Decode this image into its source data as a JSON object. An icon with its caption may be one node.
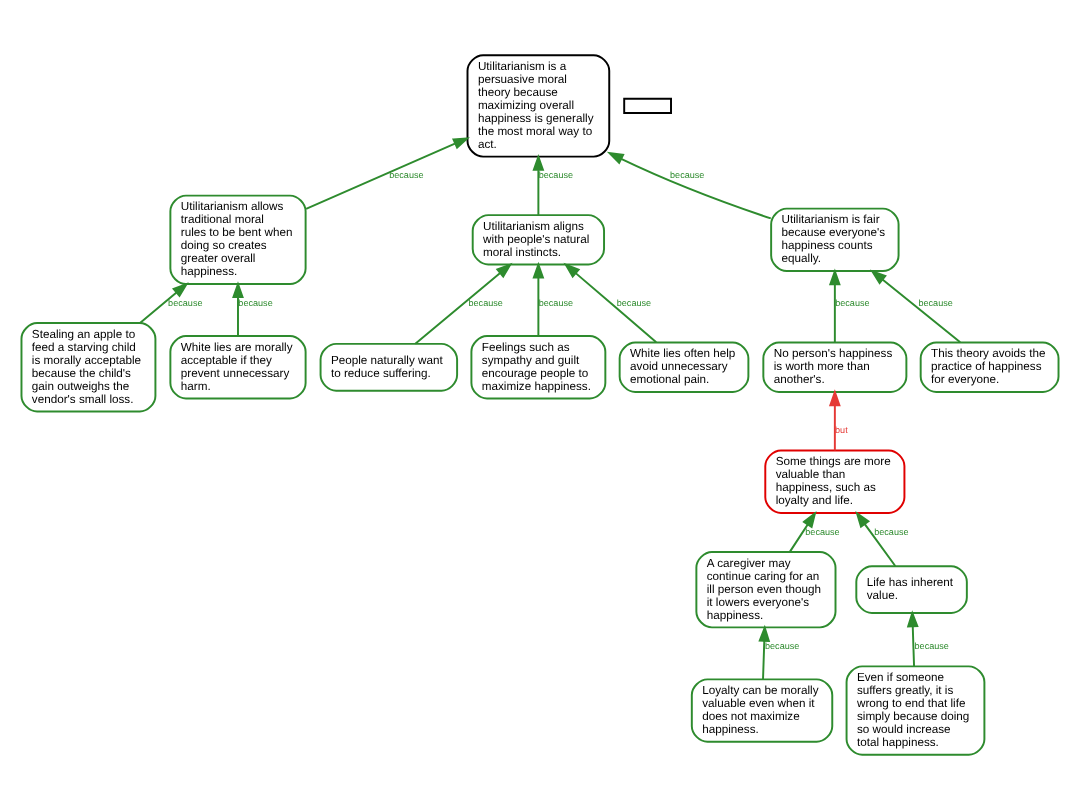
{
  "diagram": {
    "nodes": [
      {
        "text": [
          "Utilitarianism is a persuasive moral theory because maximizing overall happiness is generally the most moral way to act."
        ]
      },
      {
        "text": [
          "Utilitarianism allows traditional moral rules to be bent when doing so creates greater overall happiness."
        ]
      },
      {
        "text": [
          "Utilitarianism aligns with people's natural moral instincts."
        ]
      },
      {
        "text": [
          "Utilitarianism is fair because everyone's happiness counts equally."
        ]
      },
      {
        "text": [
          "Stealing an apple to feed a starving child is morally acceptable because the child's gain outweighs the vendor's small loss."
        ]
      },
      {
        "text": [
          "White lies are morally acceptable if they prevent unnecessary harm."
        ]
      },
      {
        "text": [
          "People naturally want to reduce suffering."
        ]
      },
      {
        "text": [
          "Feelings such as sympathy and guilt encourage people to maximize happiness."
        ]
      },
      {
        "text": [
          "White lies often help avoid unnecessary emotional pain."
        ]
      },
      {
        "text": [
          "No person's happiness is worth more than another's."
        ]
      },
      {
        "text": [
          "This theory avoids the practice of happiness for everyone."
        ]
      },
      {
        "text": [
          "Some things are more valuable than happiness, such as loyalty and life."
        ]
      },
      {
        "text": [
          "A caregiver may continue caring for an ill person even though it lowers everyone's happiness."
        ]
      },
      {
        "text": [
          "Life has inherent value."
        ]
      },
      {
        "text": [
          "Loyalty can be morally valuable even when it does not maximize happiness."
        ]
      },
      {
        "text": [
          "Even if someone suffers greatly, it is wrong to end that life simply because doing so would increase total happiness."
        ]
      },
      {
        "text": [],
        "shape": "box"
      }
    ],
    "edges": [
      {
        "from": 1,
        "to": 0,
        "arrow": "to",
        "label": "because"
      },
      {
        "from": 2,
        "to": 0,
        "arrow": "to",
        "label": "because"
      },
      {
        "from": 3,
        "to": 0,
        "arrow": "to",
        "label": "because"
      },
      {
        "from": 4,
        "to": 1,
        "arrow": "to",
        "label": "because"
      },
      {
        "from": 5,
        "to": 1,
        "arrow": "to",
        "label": "because"
      },
      {
        "from": 6,
        "to": 2,
        "arrow": "to",
        "label": "because"
      },
      {
        "from": 7,
        "to": 2,
        "arrow": "to",
        "label": "because"
      },
      {
        "from": 8,
        "to": 2,
        "arrow": "to",
        "label": "because"
      },
      {
        "from": 9,
        "to": 3,
        "arrow": "to",
        "label": "because"
      },
      {
        "from": 10,
        "to": 3,
        "arrow": "to",
        "label": "because"
      },
      {
        "from": 11,
        "to": 9,
        "arrow": "to",
        "label": "but",
        "color": "#e53935"
      },
      {
        "from": 12,
        "to": 11,
        "arrow": "to",
        "label": "because"
      },
      {
        "from": 13,
        "to": 11,
        "arrow": "to",
        "label": "because"
      },
      {
        "from": 14,
        "to": 12,
        "arrow": "to",
        "label": "because"
      },
      {
        "from": 15,
        "to": 13,
        "arrow": "to",
        "label": "because"
      }
    ]
  }
}
